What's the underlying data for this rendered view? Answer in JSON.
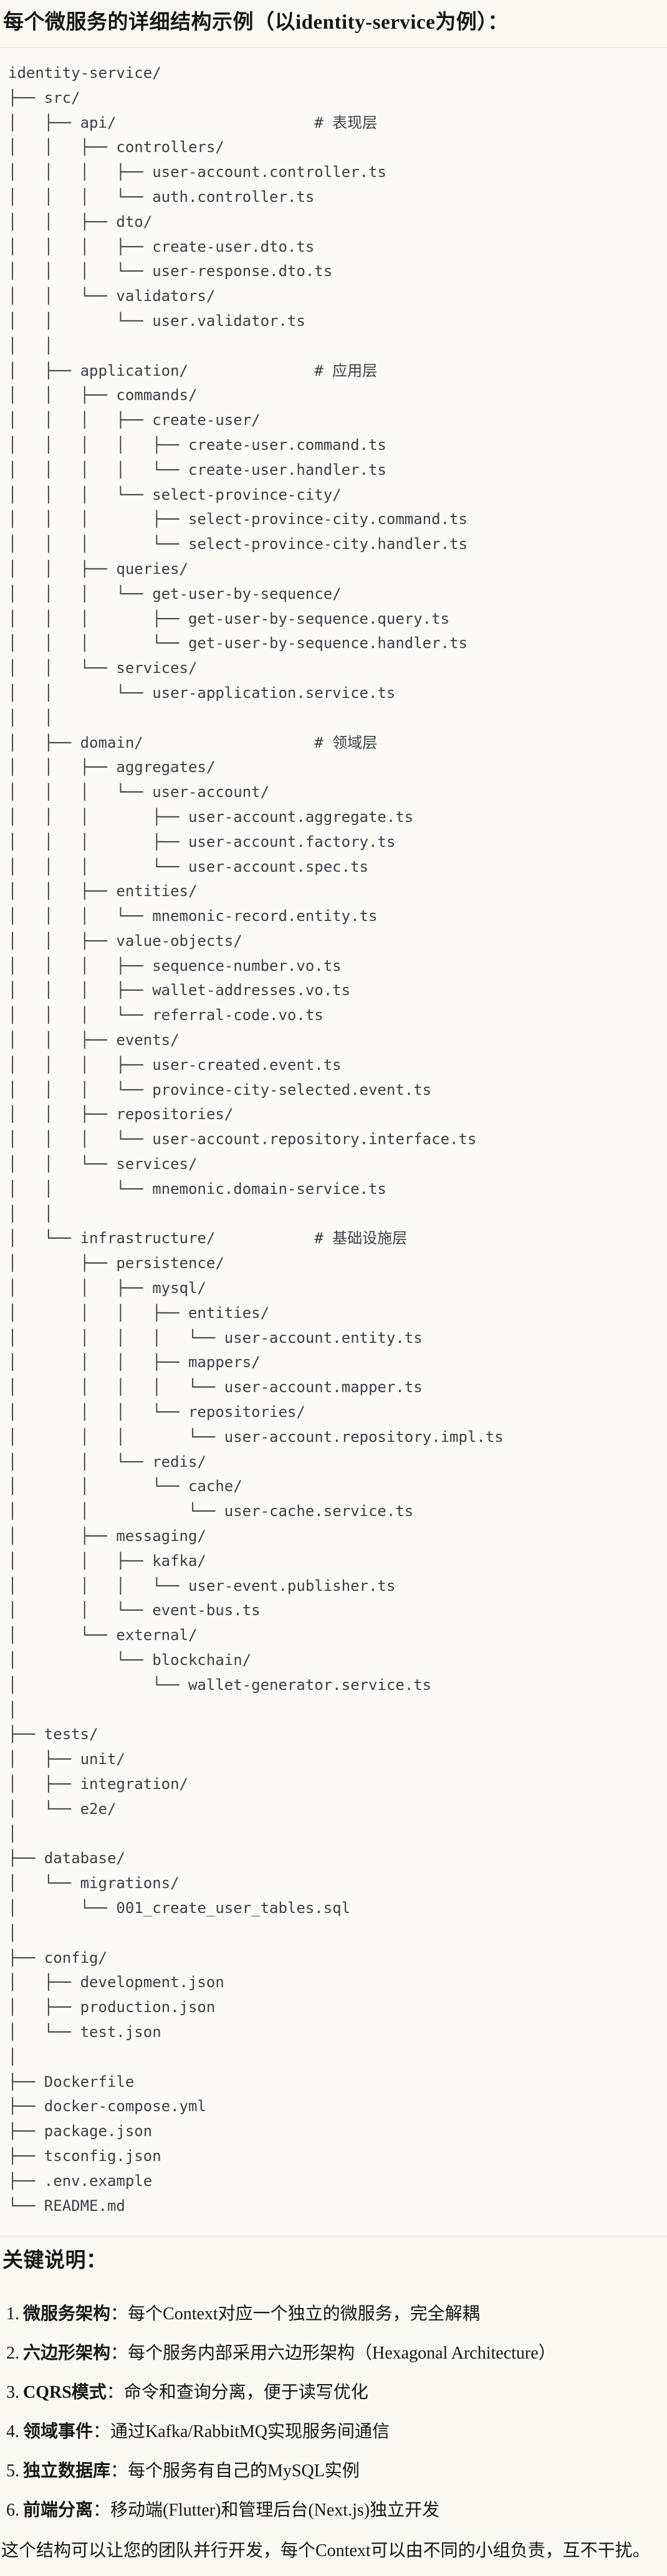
{
  "page": {
    "title": "每个微服务的详细结构示例（以identity-service为例）：",
    "tree_lines": [
      "identity-service/",
      "├── src/",
      "│   ├── api/                      # 表现层",
      "│   │   ├── controllers/",
      "│   │   │   ├── user-account.controller.ts",
      "│   │   │   └── auth.controller.ts",
      "│   │   ├── dto/",
      "│   │   │   ├── create-user.dto.ts",
      "│   │   │   └── user-response.dto.ts",
      "│   │   └── validators/",
      "│   │       └── user.validator.ts",
      "│   │",
      "│   ├── application/              # 应用层",
      "│   │   ├── commands/",
      "│   │   │   ├── create-user/",
      "│   │   │   │   ├── create-user.command.ts",
      "│   │   │   │   └── create-user.handler.ts",
      "│   │   │   └── select-province-city/",
      "│   │   │       ├── select-province-city.command.ts",
      "│   │   │       └── select-province-city.handler.ts",
      "│   │   ├── queries/",
      "│   │   │   └── get-user-by-sequence/",
      "│   │   │       ├── get-user-by-sequence.query.ts",
      "│   │   │       └── get-user-by-sequence.handler.ts",
      "│   │   └── services/",
      "│   │       └── user-application.service.ts",
      "│   │",
      "│   ├── domain/                   # 领域层",
      "│   │   ├── aggregates/",
      "│   │   │   └── user-account/",
      "│   │   │       ├── user-account.aggregate.ts",
      "│   │   │       ├── user-account.factory.ts",
      "│   │   │       └── user-account.spec.ts",
      "│   │   ├── entities/",
      "│   │   │   └── mnemonic-record.entity.ts",
      "│   │   ├── value-objects/",
      "│   │   │   ├── sequence-number.vo.ts",
      "│   │   │   ├── wallet-addresses.vo.ts",
      "│   │   │   └── referral-code.vo.ts",
      "│   │   ├── events/",
      "│   │   │   ├── user-created.event.ts",
      "│   │   │   └── province-city-selected.event.ts",
      "│   │   ├── repositories/",
      "│   │   │   └── user-account.repository.interface.ts",
      "│   │   └── services/",
      "│   │       └── mnemonic.domain-service.ts",
      "│   │",
      "│   └── infrastructure/           # 基础设施层",
      "│       ├── persistence/",
      "│       │   ├── mysql/",
      "│       │   │   ├── entities/",
      "│       │   │   │   └── user-account.entity.ts",
      "│       │   │   ├── mappers/",
      "│       │   │   │   └── user-account.mapper.ts",
      "│       │   │   └── repositories/",
      "│       │   │       └── user-account.repository.impl.ts",
      "│       │   └── redis/",
      "│       │       └── cache/",
      "│       │           └── user-cache.service.ts",
      "│       ├── messaging/",
      "│       │   ├── kafka/",
      "│       │   │   └── user-event.publisher.ts",
      "│       │   └── event-bus.ts",
      "│       └── external/",
      "│           └── blockchain/",
      "│               └── wallet-generator.service.ts",
      "│",
      "├── tests/",
      "│   ├── unit/",
      "│   ├── integration/",
      "│   └── e2e/",
      "│",
      "├── database/",
      "│   └── migrations/",
      "│       └── 001_create_user_tables.sql",
      "│",
      "├── config/",
      "│   ├── development.json",
      "│   ├── production.json",
      "│   └── test.json",
      "│",
      "├── Dockerfile",
      "├── docker-compose.yml",
      "├── package.json",
      "├── tsconfig.json",
      "├── .env.example",
      "└── README.md"
    ],
    "notes": {
      "heading": "关键说明：",
      "separator": "：",
      "items": [
        {
          "num": "1.",
          "term": "微服务架构",
          "desc": "每个Context对应一个独立的微服务，完全解耦"
        },
        {
          "num": "2.",
          "term": "六边形架构",
          "desc": "每个服务内部采用六边形架构（Hexagonal Architecture）"
        },
        {
          "num": "3.",
          "term": "CQRS模式",
          "desc": "命令和查询分离，便于读写优化"
        },
        {
          "num": "4.",
          "term": "领域事件",
          "desc": "通过Kafka/RabbitMQ实现服务间通信"
        },
        {
          "num": "5.",
          "term": "独立数据库",
          "desc": "每个服务有自己的MySQL实例"
        },
        {
          "num": "6.",
          "term": "前端分离",
          "desc": "移动端(Flutter)和管理后台(Next.js)独立开发"
        }
      ],
      "closing": "这个结构可以让您的团队并行开发，每个Context可以由不同的小组负责，互不干扰。"
    }
  }
}
